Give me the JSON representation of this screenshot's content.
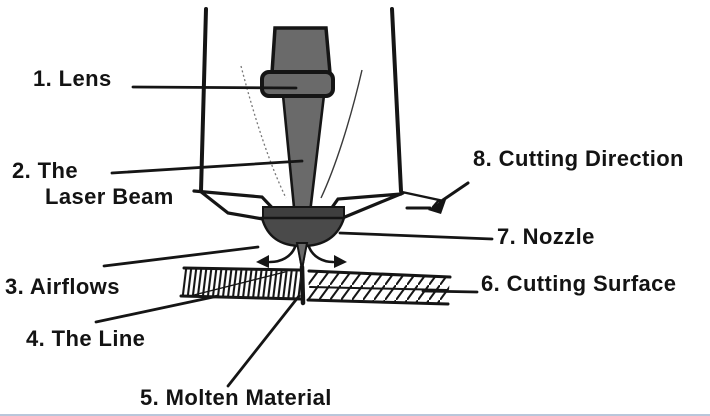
{
  "figure": {
    "labels": {
      "lens": "1. Lens",
      "laser_beam_line1": "2. The",
      "laser_beam_line2": "Laser Beam",
      "airflows": "3. Airflows",
      "the_line": "4. The Line",
      "molten_material": "5. Molten Material",
      "cutting_surface": "6. Cutting Surface",
      "nozzle": "7. Nozzle",
      "cutting_direction": "8. Cutting Direction"
    },
    "colors": {
      "outline": "#151515",
      "beam_fill": "#6a6a6a",
      "nozzle_fill": "#4a4a4a",
      "nozzle_strip": "#3f3f3f",
      "background": "#ffffff",
      "bottom_edge": "#b9c6da"
    }
  }
}
